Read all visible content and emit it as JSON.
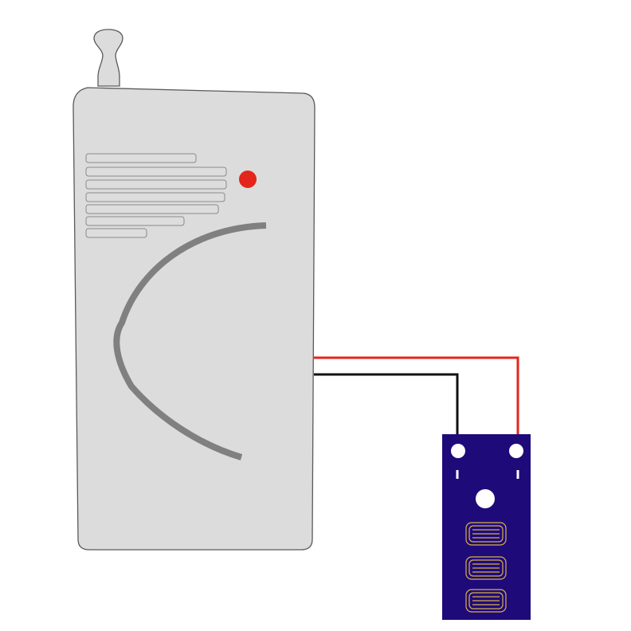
{
  "colors": {
    "background": "#ffffff",
    "device_body": "#dcdcdc",
    "device_outline": "#5a5a5a",
    "speaker_slot_fill": "#dddddd",
    "speaker_slot_stroke": "#8a8a8a",
    "led": "#e3251c",
    "arc": "#808080",
    "wire_positive": "#e3251c",
    "wire_negative": "#111111",
    "sensor_board": "#1f0a7a",
    "sensor_traces": "#d8b048",
    "mounting_hole": "#ffffff"
  },
  "device": {
    "icon": "wireless-transmitter",
    "speaker_slots": 7,
    "indicator": "red-led"
  },
  "wires": [
    {
      "name": "positive",
      "color": "red"
    },
    {
      "name": "negative",
      "color": "black"
    }
  ],
  "sensor": {
    "icon": "water-leak-sensor-probe",
    "mounting_holes": 3,
    "trace_groups": 3
  }
}
